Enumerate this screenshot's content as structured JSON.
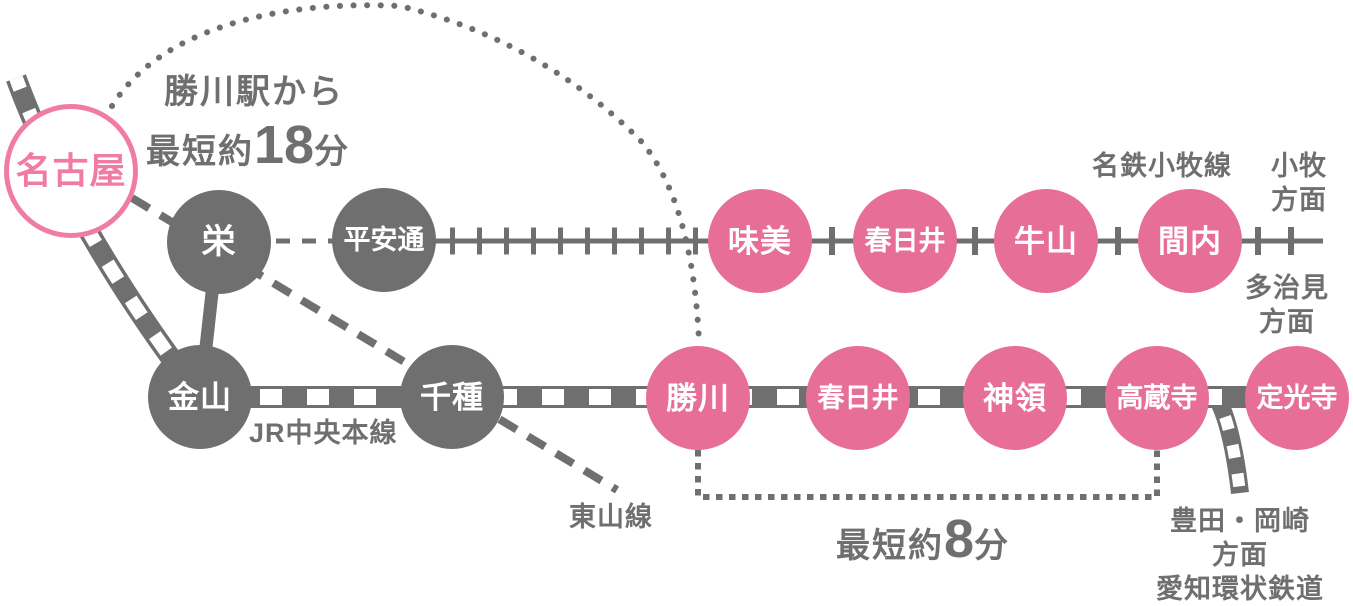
{
  "colors": {
    "pink": "#e76e96",
    "pink_light": "#f07ca4",
    "gray": "#6f6f6f"
  },
  "stations": {
    "nagoya": "名古屋",
    "sakae": "栄",
    "heiandori": "平安通",
    "ajiyoshi": "味美",
    "kasugai_meitetsu": "春日井",
    "ushiyama": "牛山",
    "manai": "間内",
    "kanayama": "金山",
    "chikusa": "千種",
    "kachigawa": "勝川",
    "kasugai_jr": "春日井",
    "jinryo": "神領",
    "kozoji": "高蔵寺",
    "jokoji": "定光寺"
  },
  "lines": {
    "meitetsu_komaki": "名鉄小牧線",
    "jr_chuo": "JR中央本線",
    "higashiyama": "東山線",
    "aichi_kanjo": "愛知環状鉄道"
  },
  "directions": {
    "komaki_l1": "小牧",
    "komaki_l2": "方面",
    "tajimi_l1": "多治見",
    "tajimi_l2": "方面",
    "toyota_okazaki_l1": "豊田・岡崎",
    "toyota_okazaki_l2": "方面"
  },
  "notes": {
    "from_kachigawa": {
      "line1": "勝川駅から",
      "min_label": "最短約",
      "value": "18",
      "unit": "分"
    },
    "kachigawa_to_kozoji": {
      "min_label": "最短約",
      "value": "8",
      "unit": "分"
    }
  }
}
